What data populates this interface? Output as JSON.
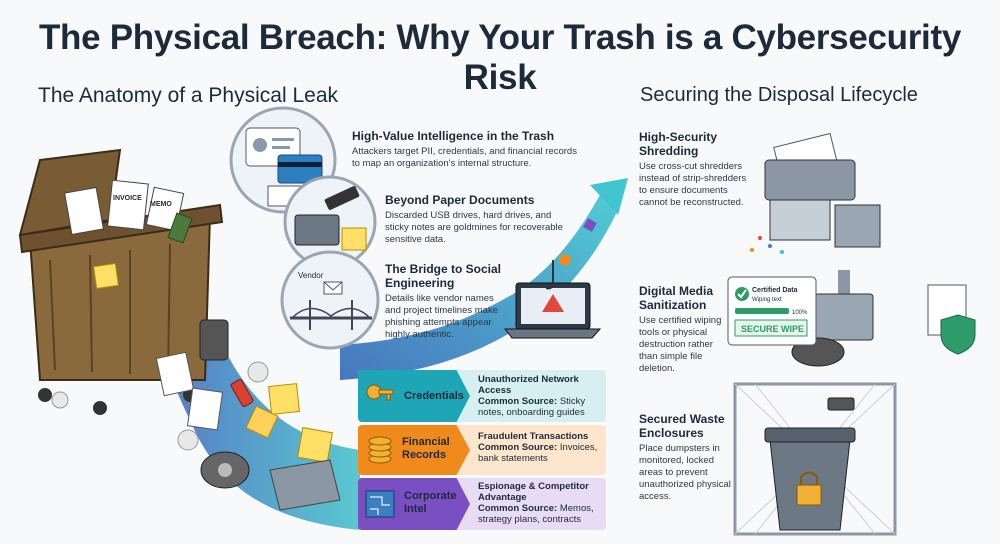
{
  "title": "The Physical Breach: Why Your Trash is a Cybersecurity Risk",
  "left_heading": "The Anatomy of a Physical Leak",
  "right_heading": "Securing the Disposal Lifecycle",
  "intel": [
    {
      "title": "High-Value Intelligence in the Trash",
      "body": "Attackers target PII, credentials, and financial records to map an organization's internal structure."
    },
    {
      "title": "Beyond Paper Documents",
      "body": "Discarded USB drives, hard drives, and sticky notes are goldmines for recoverable sensitive data."
    },
    {
      "title": "The Bridge to Social Engineering",
      "body": "Details like vendor names and project timelines make phishing attempts appear highly authentic."
    }
  ],
  "risks": [
    {
      "label": "Credentials",
      "impact": "Unauthorized Network Access",
      "source_label": "Common Source:",
      "source": "Sticky notes, onboarding guides",
      "accent": "#1fa6b6",
      "fill": "#d6f0f2"
    },
    {
      "label": "Financial Records",
      "impact": "Fraudulent Transactions",
      "source_label": "Common Source:",
      "source": "Invoices, bank statements",
      "accent": "#f08a1c",
      "fill": "#fde6cc"
    },
    {
      "label": "Corporate Intel",
      "impact": "Espionage & Competitor Advantage",
      "source_label": "Common Source:",
      "source": "Memos, strategy plans, contracts",
      "accent": "#7a4fc2",
      "fill": "#e7dcf4"
    }
  ],
  "controls": [
    {
      "title": "High-Security Shredding",
      "body": "Use cross-cut shredders instead of strip-shredders to ensure documents cannot be reconstructed."
    },
    {
      "title": "Digital Media Sanitization",
      "body": "Use certified wiping tools or physical destruction rather than simple file deletion."
    },
    {
      "title": "Secured Waste Enclosures",
      "body": "Place dumpsters in monitored, locked areas to prevent unauthorized physical access."
    }
  ],
  "illustration_labels": {
    "invoice": "INVOICE",
    "memo": "MEMO",
    "vendor": "Vendor",
    "cert_title": "Certified Data",
    "cert_sub": "Wiping text",
    "cert_percent": "100%",
    "secure_wipe": "SECURE WIPE"
  },
  "colors": {
    "teal": "#1fa6b6",
    "orange": "#f08a1c",
    "purple": "#7a4fc2",
    "dumpster": "#8a6a3c",
    "steel": "#8b97a3",
    "alert": "#e0483c",
    "shield": "#2e9c6a"
  },
  "icons": [
    "dumpster-icon",
    "id-card-icon",
    "credit-card-icon",
    "usb-drive-icon",
    "hard-drive-icon",
    "sticky-note-icon",
    "bridge-icon",
    "laptop-icon",
    "phishing-hook-icon",
    "key-icon",
    "coins-icon",
    "blueprint-icon",
    "shredder-icon",
    "degausser-icon",
    "shield-icon",
    "locked-trash-can-icon",
    "padlock-icon",
    "security-camera-icon"
  ]
}
